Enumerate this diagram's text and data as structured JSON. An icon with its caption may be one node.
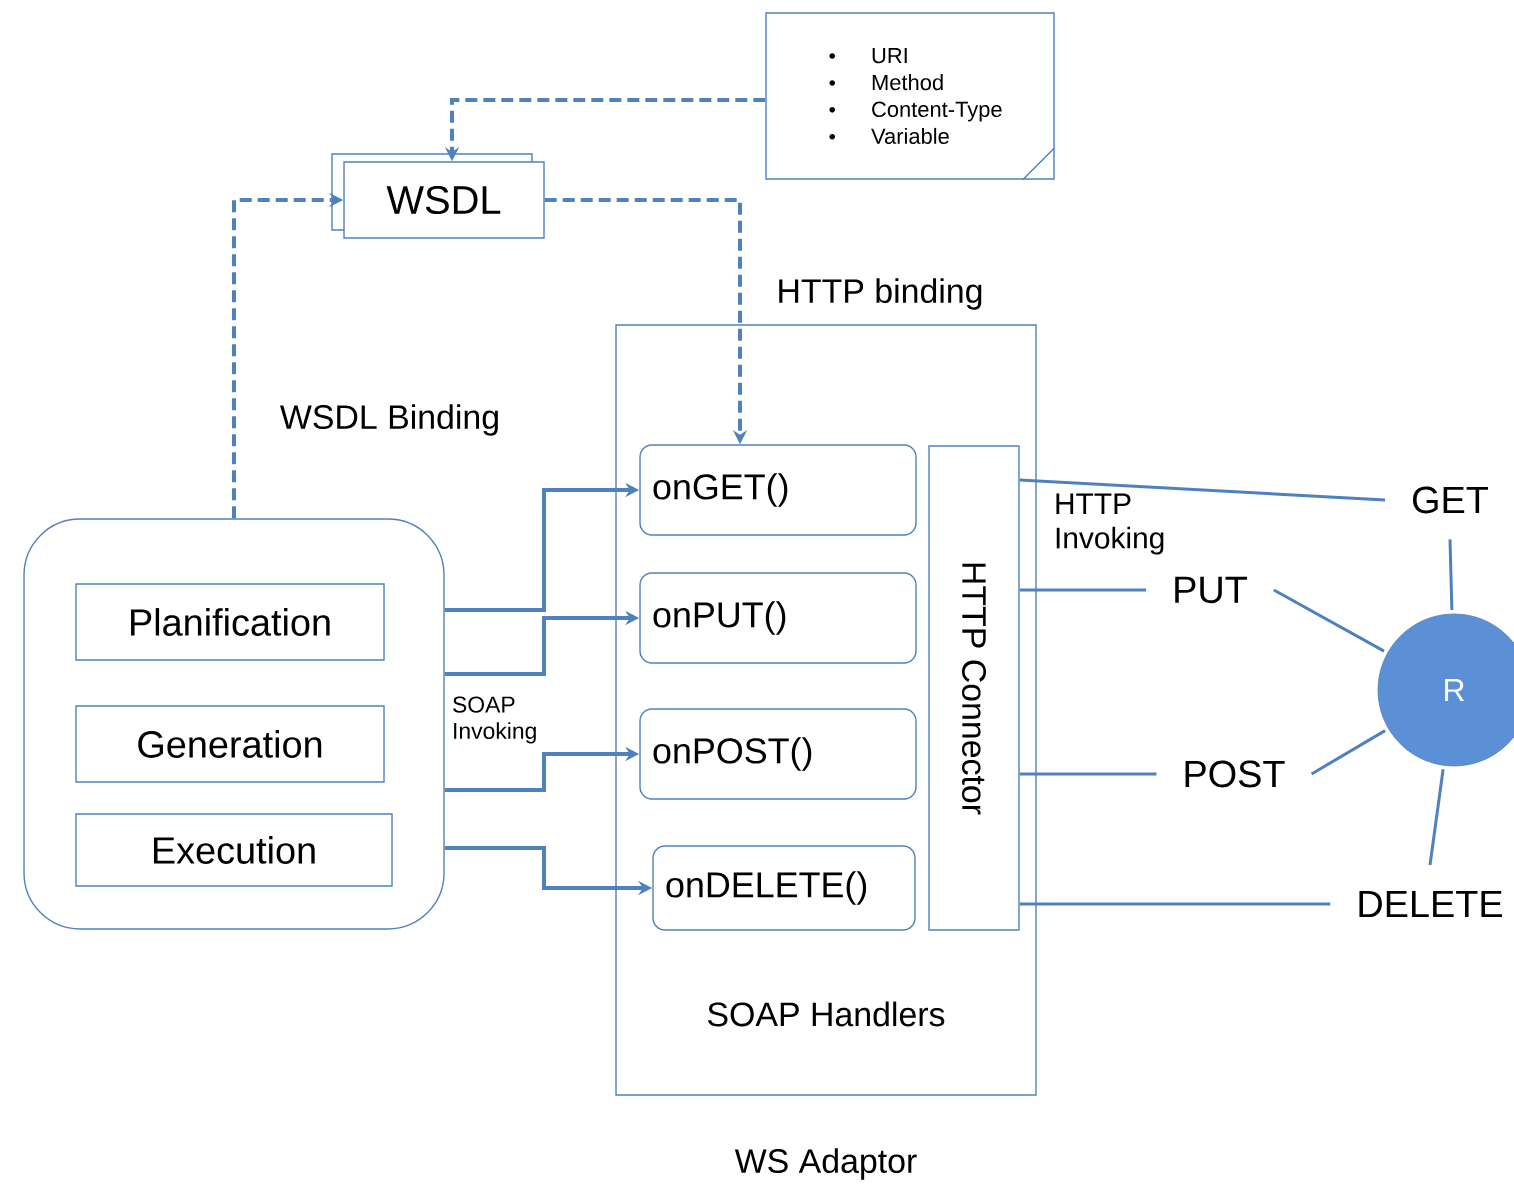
{
  "diagram": {
    "nodes": [
      {
        "text": [
          "URI",
          "Method",
          "Content-Type",
          "Variable"
        ]
      },
      {
        "text": [
          "WSDL"
        ]
      },
      {
        "text": [
          "SOAP Handlers",
          "WS Adaptor"
        ]
      },
      {
        "text": [],
        "shape": "box"
      },
      {
        "text": [
          "Planification"
        ],
        "in": 3
      },
      {
        "text": [
          "Generation"
        ],
        "in": 3
      },
      {
        "text": [
          "Execution"
        ],
        "in": 3
      },
      {
        "text": [
          "onGET()"
        ],
        "in": 2
      },
      {
        "text": [
          "onPUT()"
        ],
        "in": 2
      },
      {
        "text": [
          "onPOST()"
        ],
        "in": 2
      },
      {
        "text": [
          "onDELETE()"
        ],
        "in": 2
      },
      {
        "text": [
          "HTTP Connector"
        ],
        "in": 2
      },
      {
        "text": [
          "GET"
        ]
      },
      {
        "text": [
          "PUT"
        ]
      },
      {
        "text": [
          "POST"
        ]
      },
      {
        "text": [
          "DELETE"
        ]
      },
      {
        "text": [
          "R"
        ]
      }
    ],
    "edges": [
      {
        "from": 0,
        "to": 1,
        "arrow": "to",
        "style": "dashed"
      },
      {
        "from": 3,
        "to": 1,
        "arrow": "to",
        "style": "dashed"
      },
      {
        "from": 1,
        "to": 7,
        "arrow": "to",
        "style": "dashed"
      },
      {
        "from": 3,
        "to": 7,
        "arrow": "to"
      },
      {
        "from": 3,
        "to": 8,
        "arrow": "to"
      },
      {
        "from": 3,
        "to": 9,
        "arrow": "to"
      },
      {
        "from": 3,
        "to": 10,
        "arrow": "to"
      },
      {
        "from": 11,
        "to": 12,
        "arrow": "none"
      },
      {
        "from": 11,
        "to": 13,
        "arrow": "none"
      },
      {
        "from": 11,
        "to": 14,
        "arrow": "none"
      },
      {
        "from": 11,
        "to": 15,
        "arrow": "none"
      },
      {
        "from": 12,
        "to": 16,
        "arrow": "none"
      },
      {
        "from": 13,
        "to": 16,
        "arrow": "none"
      },
      {
        "from": 14,
        "to": 16,
        "arrow": "none"
      },
      {
        "from": 15,
        "to": 16,
        "arrow": "none"
      }
    ],
    "labels": [
      "HTTP binding",
      "WSDL Binding",
      "SOAP Invoking",
      "HTTP Invoking"
    ]
  }
}
